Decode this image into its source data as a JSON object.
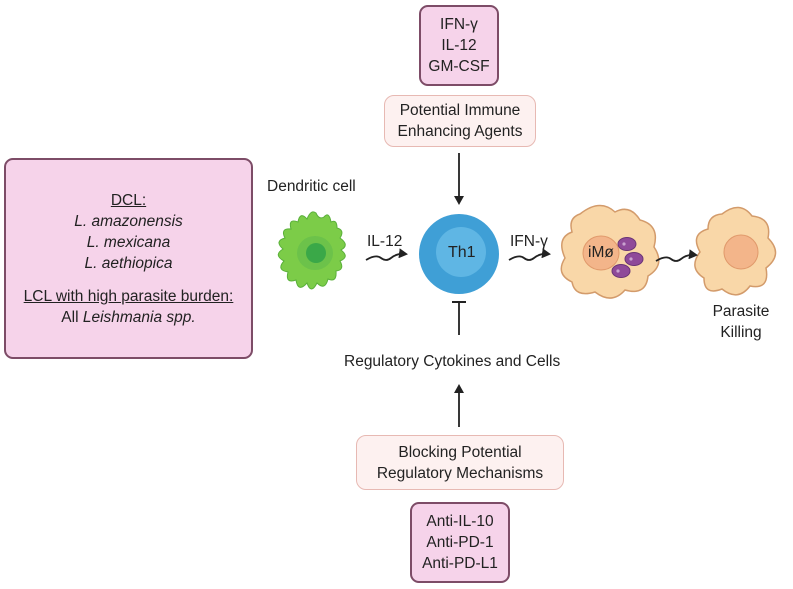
{
  "top_agents": [
    "IFN-γ",
    "IL-12",
    "GM-CSF"
  ],
  "enhancing": [
    "Potential Immune",
    "Enhancing Agents"
  ],
  "dendritic_label": "Dendritic cell",
  "il12_label": "IL-12",
  "th1_label": "Th1",
  "ifng_label": "IFN-γ",
  "imo_label": "iMø",
  "parasite": [
    "Parasite",
    "Killing"
  ],
  "regulatory_label": "Regulatory Cytokines and Cells",
  "blocking": [
    "Blocking Potential",
    "Regulatory Mechanisms"
  ],
  "bottom_agents": [
    "Anti-IL-10",
    "Anti-PD-1",
    "Anti-PD-L1"
  ],
  "left_box": {
    "dcl_title": "DCL:",
    "dcl_species": [
      "L. amazonensis",
      "L. mexicana",
      "L. aethiopica"
    ],
    "lcl_title": "LCL with high parasite burden:",
    "lcl_prefix": "All ",
    "lcl_species": "Leishmania spp."
  },
  "colors": {
    "pink_fill": "#f6d3ea",
    "pink_border": "#7d4c67",
    "light_fill": "#fdf1f0",
    "light_border": "#e7b9b3",
    "th1_outer": "#3f9fd6",
    "th1_inner": "#5fb6e4",
    "dendritic": "#7ccc48",
    "dendritic_nucleus": "#3aa848",
    "macrophage": "#f9d7a8",
    "macrophage_border": "#d39b6b",
    "parasite": "#8f4a99"
  }
}
